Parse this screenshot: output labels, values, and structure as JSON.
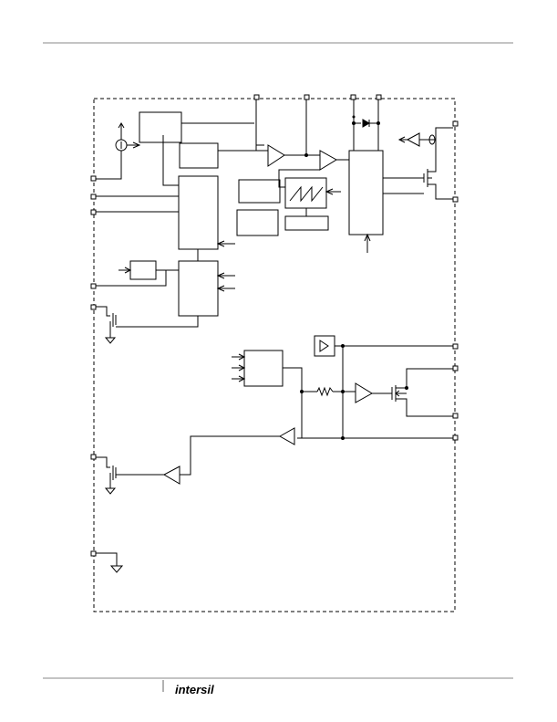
{
  "header": {
    "rule": true
  },
  "diagram": {
    "kind": "block-diagram",
    "stroke": "#000000",
    "boundary": "dashed"
  },
  "footer": {
    "logo": {
      "text": "intersil",
      "color": "#000000"
    }
  }
}
